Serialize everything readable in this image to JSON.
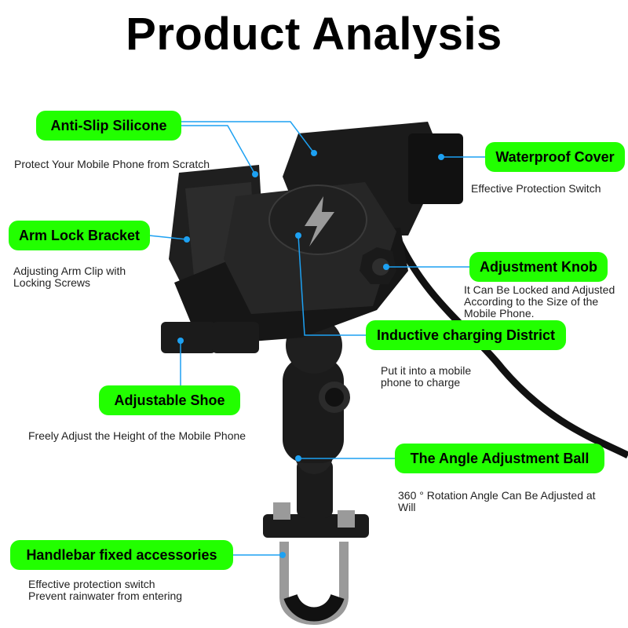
{
  "title": "Product Analysis",
  "colors": {
    "label_bg": "#22ff00",
    "leader_line": "#1da1f2",
    "product": "#1b1b1b"
  },
  "features": [
    {
      "label": "Anti-Slip Silicone",
      "desc": [
        "Protect Your Mobile Phone from Scratch"
      ]
    },
    {
      "label": "Waterproof Cover",
      "desc": [
        "Effective Protection Switch"
      ]
    },
    {
      "label": "Arm Lock Bracket",
      "desc": [
        "Adjusting Arm Clip with",
        "Locking Screws"
      ]
    },
    {
      "label": "Adjustment Knob",
      "desc": [
        "It Can Be Locked and Adjusted",
        "According to the Size of the",
        "Mobile Phone."
      ]
    },
    {
      "label": "Inductive charging District",
      "desc": [
        "Put it into a mobile",
        "phone to charge"
      ]
    },
    {
      "label": "Adjustable Shoe",
      "desc": [
        "Freely Adjust the Height of the Mobile Phone"
      ]
    },
    {
      "label": "The Angle Adjustment Ball",
      "desc": [
        "360 ° Rotation Angle Can Be Adjusted at",
        "Will"
      ]
    },
    {
      "label": "Handlebar fixed accessories",
      "desc": [
        "Effective protection switch",
        "Prevent rainwater from entering"
      ]
    }
  ]
}
